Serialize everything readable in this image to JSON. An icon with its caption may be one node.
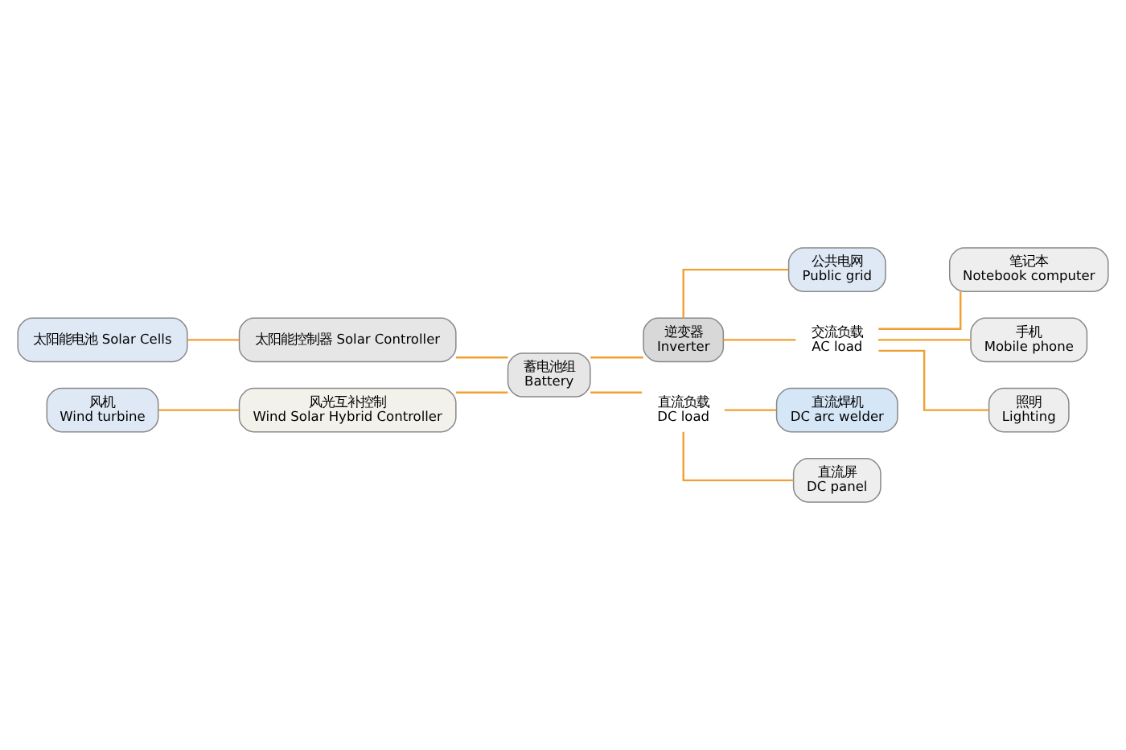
{
  "diagram": {
    "nodes": [
      {
        "text": [
          "太阳能电池 Solar Cells"
        ]
      },
      {
        "text": [
          "太阳能控制器 Solar Controller"
        ]
      },
      {
        "text": [
          "风机",
          "Wind turbine"
        ]
      },
      {
        "text": [
          "风光互补控制",
          "Wind Solar Hybrid Controller"
        ]
      },
      {
        "text": [
          "蓄电池组",
          "Battery"
        ]
      },
      {
        "text": [
          "逆变器",
          "Inverter"
        ]
      },
      {
        "text": [
          "直流负载",
          "DC load"
        ]
      },
      {
        "text": [
          "直流焊机",
          "DC arc welder"
        ]
      },
      {
        "text": [
          "直流屏",
          "DC panel"
        ]
      },
      {
        "text": [
          "公共电网",
          "Public grid"
        ]
      },
      {
        "text": [
          "交流负载",
          "AC load"
        ]
      },
      {
        "text": [
          "笔记本",
          "Notebook computer"
        ]
      },
      {
        "text": [
          "手机",
          "Mobile phone"
        ]
      },
      {
        "text": [
          "照明",
          "Lighting"
        ]
      }
    ],
    "edges": [
      {
        "from": 0,
        "to": 1,
        "arrow": "none",
        "color": "#f0a030"
      },
      {
        "from": 2,
        "to": 3,
        "arrow": "none",
        "color": "#f0a030"
      },
      {
        "from": 1,
        "to": 4,
        "arrow": "none",
        "color": "#f0a030"
      },
      {
        "from": 3,
        "to": 4,
        "arrow": "none",
        "color": "#f0a030"
      },
      {
        "from": 4,
        "to": 5,
        "arrow": "none",
        "color": "#f0a030"
      },
      {
        "from": 4,
        "to": 6,
        "arrow": "none",
        "color": "#f0a030"
      },
      {
        "from": 6,
        "to": 7,
        "arrow": "none",
        "color": "#f0a030"
      },
      {
        "from": 6,
        "to": 8,
        "arrow": "none",
        "color": "#f0a030"
      },
      {
        "from": 5,
        "to": 9,
        "arrow": "none",
        "color": "#f0a030"
      },
      {
        "from": 5,
        "to": 10,
        "arrow": "none",
        "color": "#f0a030"
      },
      {
        "from": 10,
        "to": 11,
        "arrow": "none",
        "color": "#f0a030"
      },
      {
        "from": 10,
        "to": 12,
        "arrow": "none",
        "color": "#f0a030"
      },
      {
        "from": 10,
        "to": 13,
        "arrow": "none",
        "color": "#f0a030"
      }
    ]
  }
}
